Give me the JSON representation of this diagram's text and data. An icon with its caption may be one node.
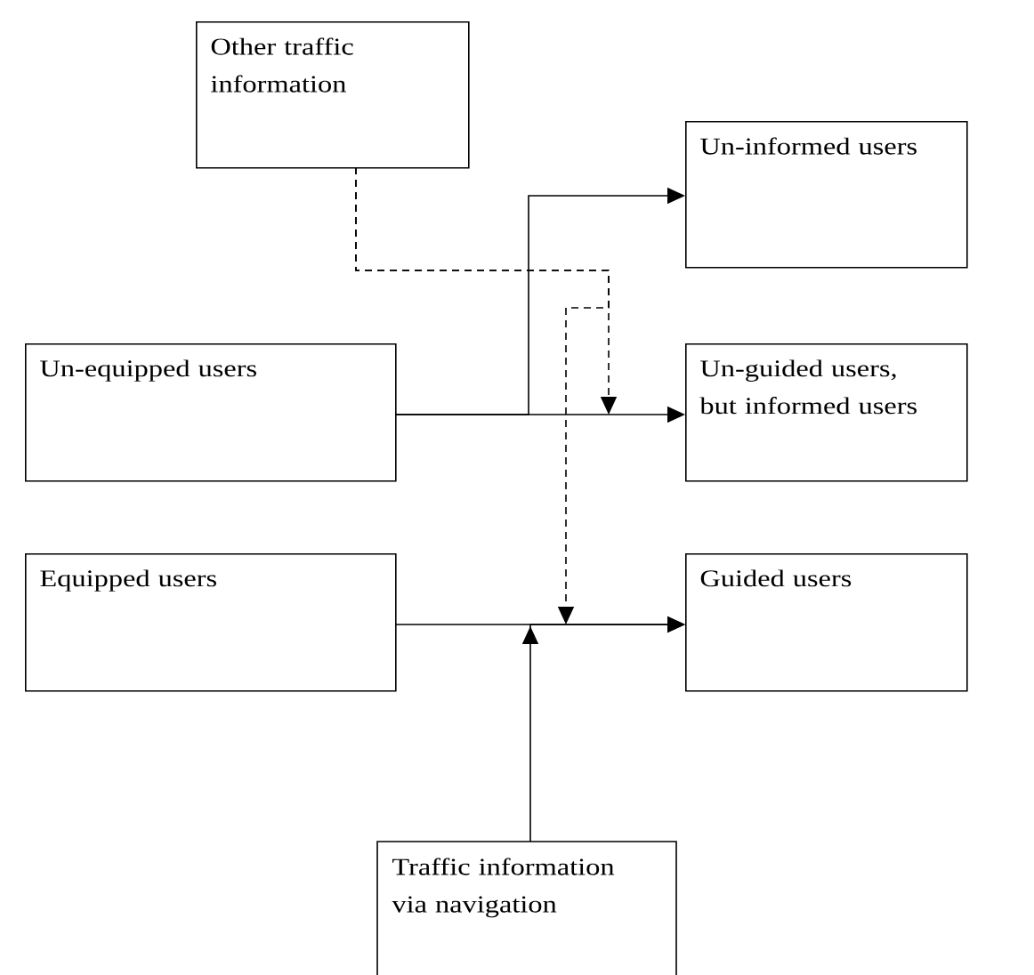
{
  "diagram": {
    "nodes": [
      {
        "text": [
          "Other traffic information"
        ]
      },
      {
        "text": [
          "Un-informed users"
        ]
      },
      {
        "text": [
          "Un-equipped users"
        ]
      },
      {
        "text": [
          "Un-guided users, but informed users"
        ]
      },
      {
        "text": [
          "Equipped users"
        ]
      },
      {
        "text": [
          "Guided users"
        ]
      },
      {
        "text": [
          "Traffic information via navigation"
        ]
      }
    ],
    "edges": [
      {
        "from": 2,
        "to": 1,
        "arrow": "to"
      },
      {
        "from": 2,
        "to": 3,
        "arrow": "to"
      },
      {
        "from": 0,
        "to": 3,
        "arrow": "to",
        "style": "dashed"
      },
      {
        "from": 0,
        "to": 5,
        "arrow": "to",
        "style": "dashed"
      },
      {
        "from": 4,
        "to": 5,
        "arrow": "to"
      },
      {
        "from": 6,
        "to": 5,
        "arrow": "to"
      }
    ]
  }
}
